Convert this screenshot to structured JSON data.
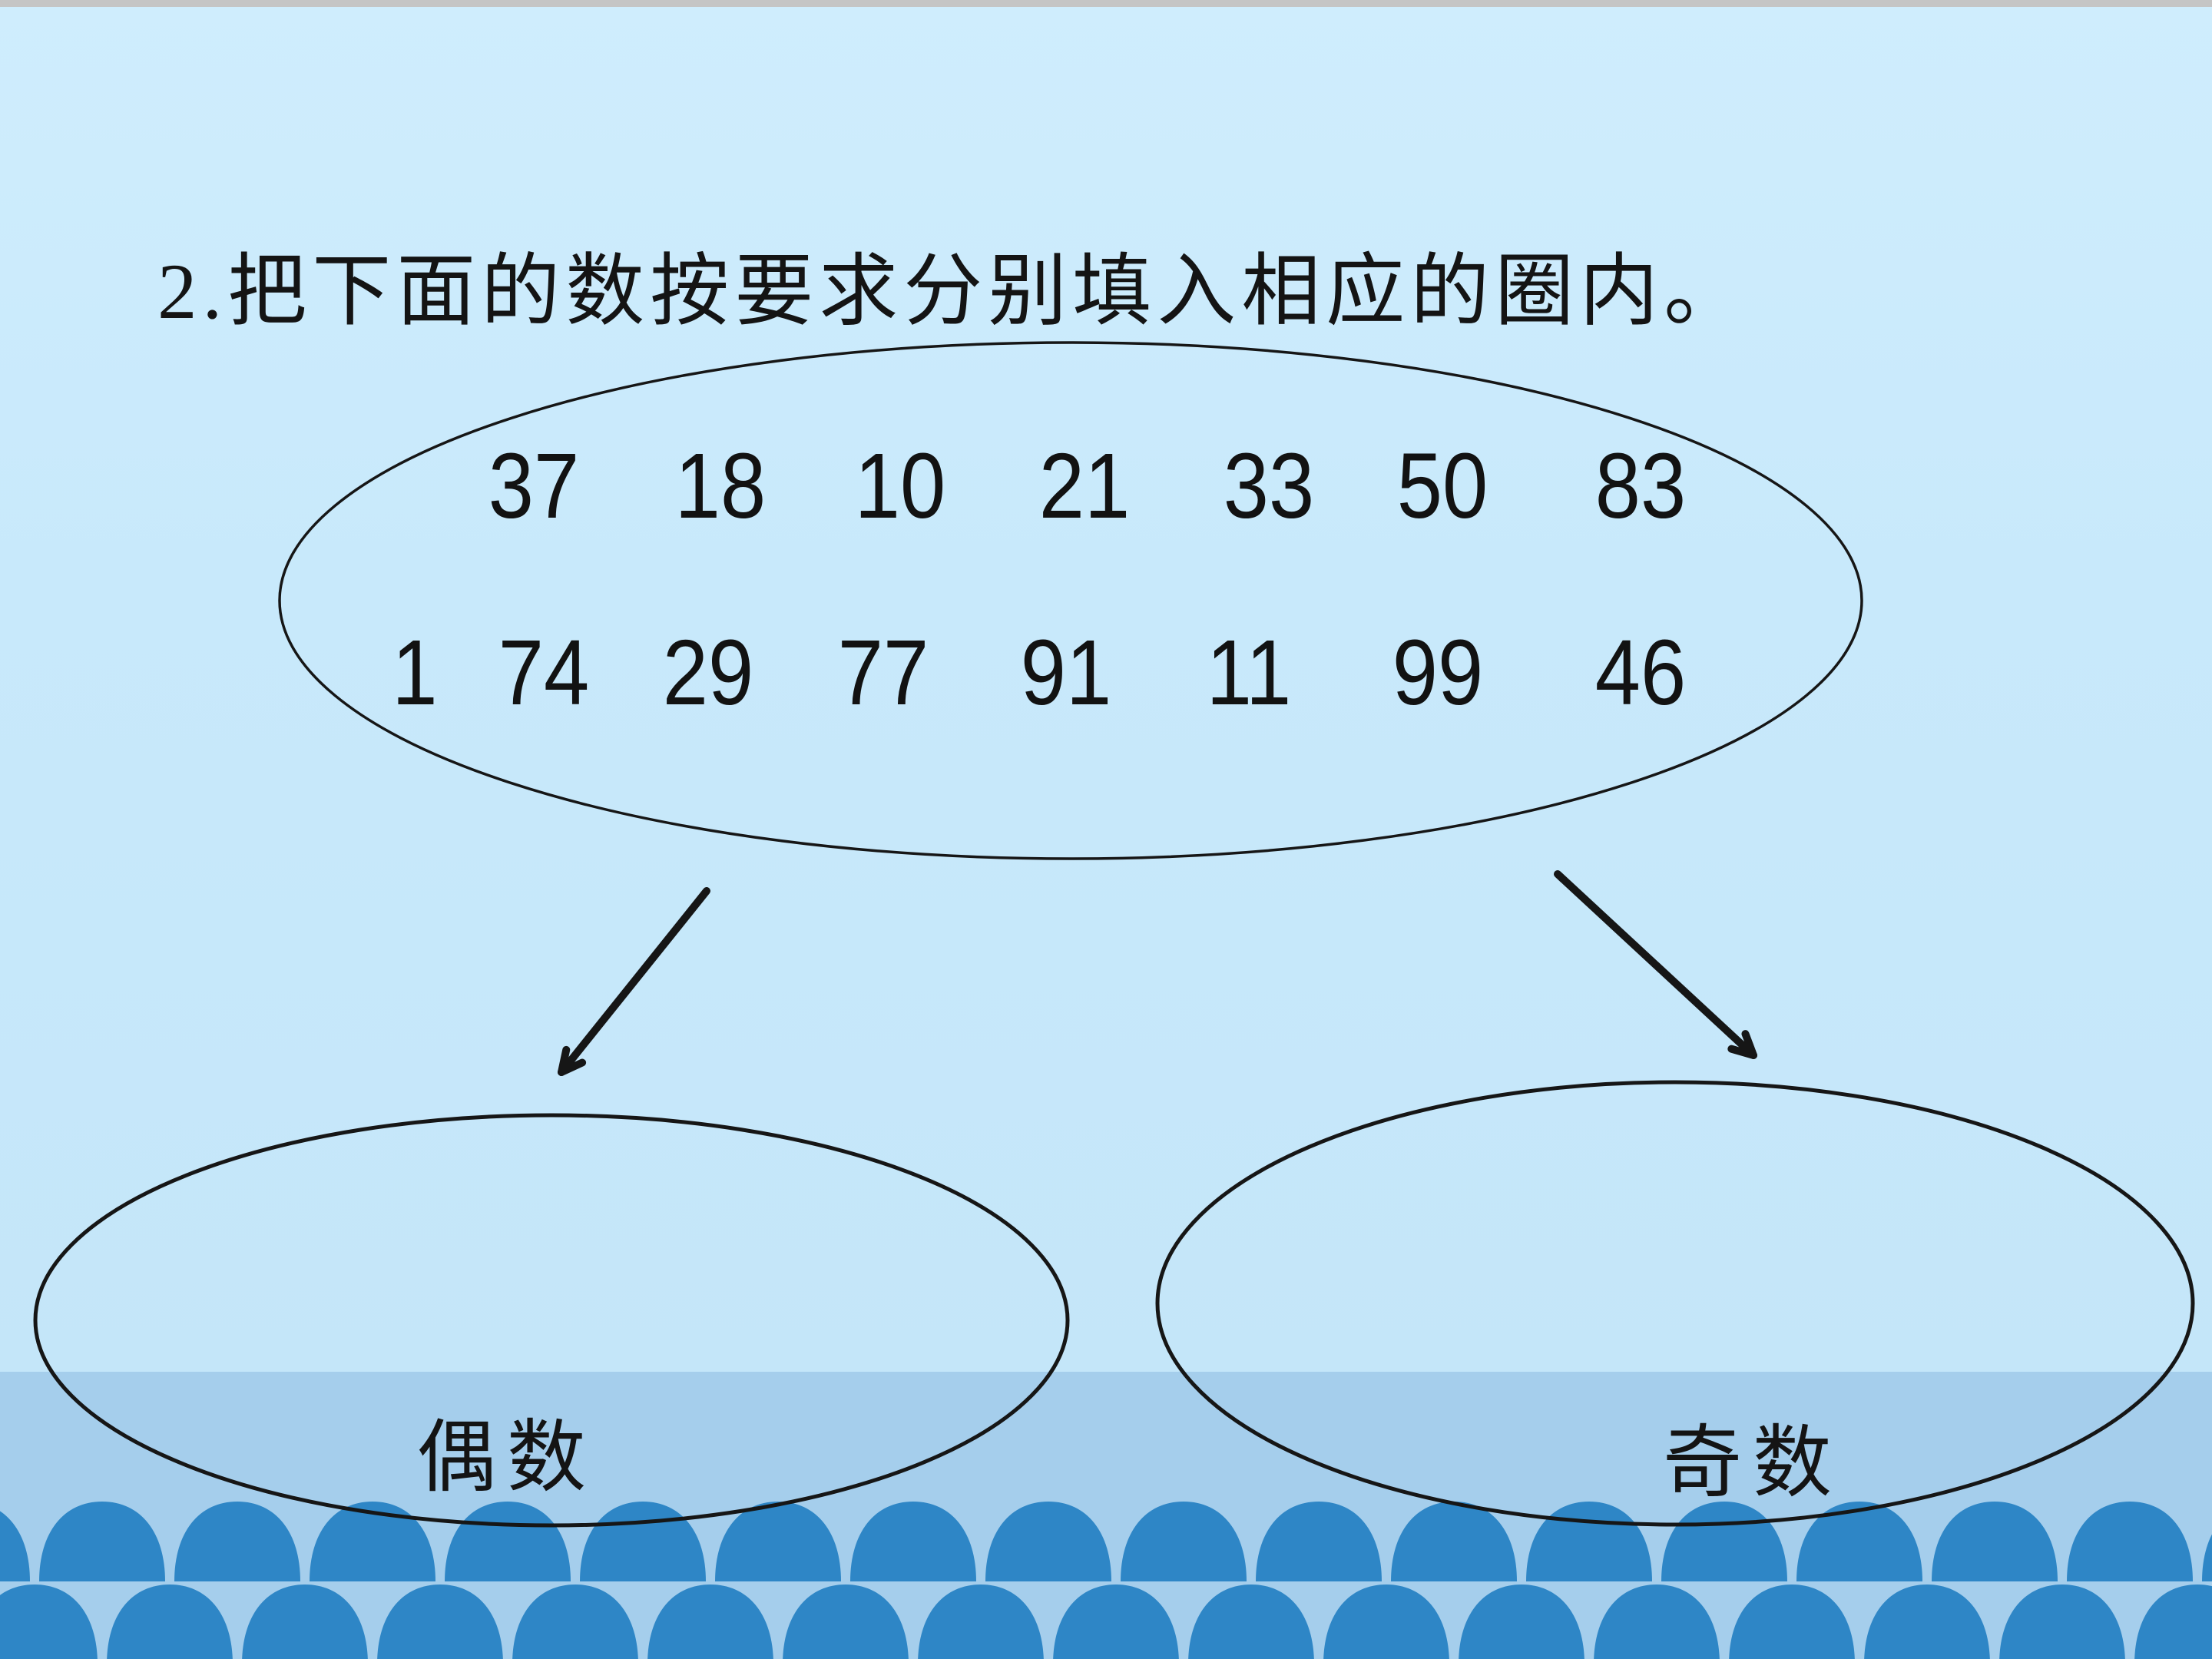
{
  "title": "2.把下面的数按要求分别填入相应的圈内。",
  "number_pool": {
    "row1": [
      "37",
      "18",
      "10",
      "21",
      "33",
      "50",
      "83"
    ],
    "row2": [
      "1",
      "74",
      "29",
      "77",
      "91",
      "11",
      "99",
      "46"
    ]
  },
  "groups": {
    "even": {
      "label": "偶数"
    },
    "odd": {
      "label": "奇数"
    }
  },
  "colors": {
    "background_light_blue": "#c8e9fb",
    "water_band_blue": "#a5ceec",
    "wave_scale_blue": "#2e86c6",
    "top_strip_gray": "#c5c5c5",
    "ink_black": "#161616"
  }
}
